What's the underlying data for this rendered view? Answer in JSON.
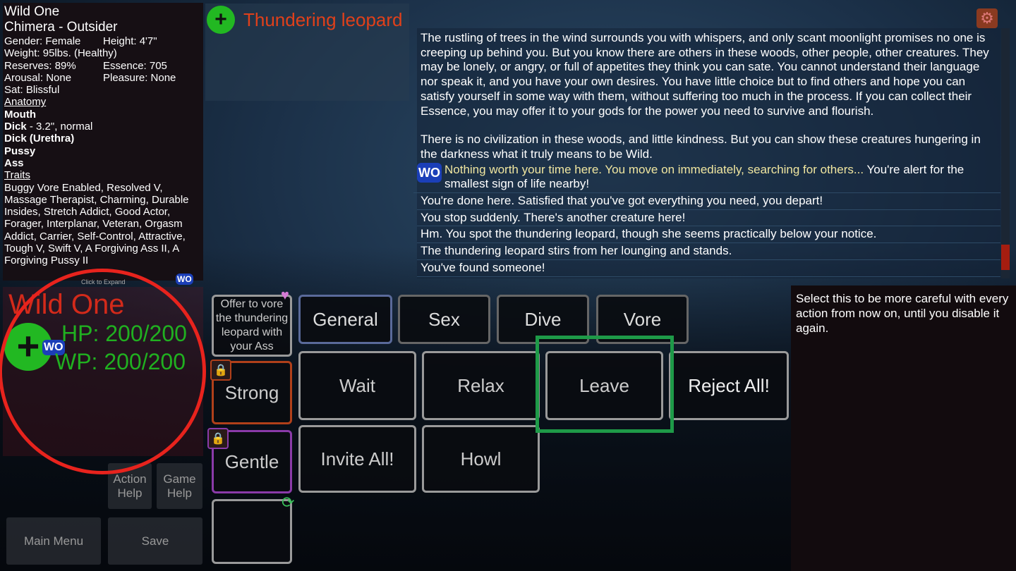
{
  "character": {
    "name": "Wild One",
    "race": "Chimera - Outsider",
    "gender": "Gender: Female",
    "height": "Height: 4'7\"",
    "weight": "Weight: 95lbs. (Healthy)",
    "reserves": "Reserves: 89%",
    "essence": "Essence: 705",
    "arousal": "Arousal: None",
    "pleasure": "Pleasure: None",
    "sat": "Sat: Blissful",
    "anatomy_header": "Anatomy",
    "anatomy": [
      "Mouth",
      "Dick",
      "Dick (Urethra)",
      "Pussy",
      "Ass"
    ],
    "dick_detail": " - 3.2\", normal",
    "traits_header": "Traits",
    "traits": "Buggy Vore Enabled, Resolved V, Massage Therapist, Charming, Durable Insides, Stretch Addict, Good Actor, Forager, Interplanar, Veteran, Orgasm Addict, Carrier, Self-Control, Attractive, Tough V, Swift V, A Forgiving Ass II, A Forgiving Pussy II",
    "expand_hint": "Click to Expand"
  },
  "status": {
    "name": "Wild One",
    "hp": "HP: 200/200",
    "wp": "WP: 200/200",
    "badge": "WO"
  },
  "target": {
    "name": "Thundering leopard"
  },
  "log": {
    "intro": [
      "The rustling of trees in the wind surrounds you with whispers, and only scant moonlight promises no one is creeping up behind you. But you know there are others in these woods, other people, other creatures. They may be lonely, or angry, or full of appetites they think you can sate. You cannot understand their language nor speak it, and you have your own desires. You have little choice but to find others and hope you can satisfy yourself in some way with them, without suffering too much in the process. If you can collect their Essence, you may offer it to your gods for the power you need to survive and flourish.",
      "There is no civilization in these woods, and little kindness. But you can show these creatures hungering in the darkness what it truly means to be Wild."
    ],
    "highlight_badge": "WO",
    "highlight_yellow": "Nothing worth your time here. You move on immediately, searching for others...",
    "highlight_rest": " You're alert for the smallest sign of life nearby!",
    "entries": [
      "You're done here. Satisfied that you've got everything you need, you depart!",
      "You stop suddenly. There's another creature here!",
      "Hm. You spot the thundering leopard, though she seems practically below your notice.",
      "The thundering leopard stirs from her lounging and stands.",
      "You've found someone!"
    ]
  },
  "tooltip": "Select this to be more careful with every action from now on, until you disable it again.",
  "tabs": [
    "General",
    "Sex",
    "Dive",
    "Vore"
  ],
  "side_actions": {
    "offer": "Offer to vore the thundering leopard with your Ass",
    "strong": "Strong",
    "gentle": "Gentle"
  },
  "actions": [
    "Wait",
    "Relax",
    "Leave",
    "Reject All!",
    "Invite All!",
    "Howl"
  ],
  "system": {
    "action_help": "Action Help",
    "game_help": "Game Help",
    "main_menu": "Main Menu",
    "save": "Save"
  },
  "colors": {
    "hp": "#20b020",
    "name": "#d32a1a",
    "highlight": "#f0e6a0"
  }
}
